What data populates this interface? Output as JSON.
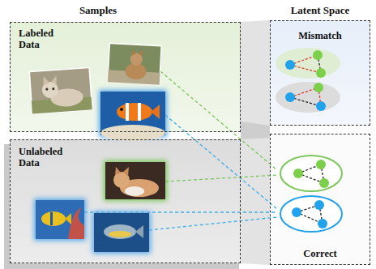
{
  "diagram": {
    "nodes": [
      {
        "text": [
          "Labeled Data"
        ]
      },
      {
        "text": [
          "Unlabeled Data"
        ]
      },
      {
        "text": [
          "Mismatch"
        ]
      },
      {
        "text": [
          "Correct"
        ]
      }
    ],
    "labels": [
      "Samples",
      "Latent Space"
    ]
  }
}
